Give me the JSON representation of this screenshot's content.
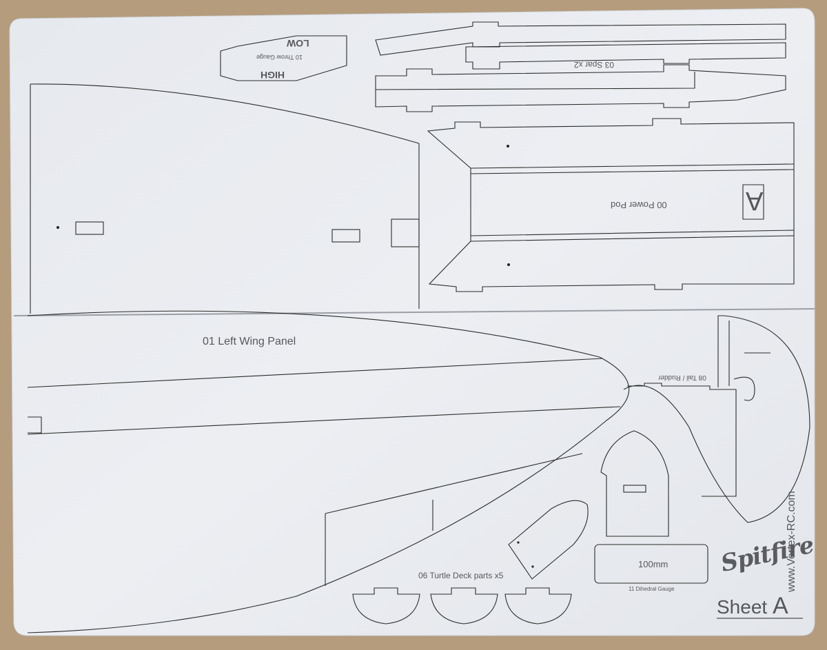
{
  "photo": {
    "description_colors": {
      "background": "#b49c7d",
      "sheet": "#e9ecf0",
      "cut_line": "#2b2b2b",
      "engrave": "#55575c"
    }
  },
  "labels": {
    "throw_gauge_small": "10 Throw Gauge",
    "throw_high": "HIGH",
    "throw_low": "LOW",
    "spar": "03 Spar x2",
    "power_pod": "00 Power Pod",
    "pod_mark": "A",
    "left_wing": "01 Left Wing Panel",
    "tail_rudder": "08 Tail / Rudder",
    "turtle_deck": "06 Turtle Deck parts  x5",
    "dihedral_value": "100mm",
    "dihedral_gauge": "11 Dihedral Gauge",
    "brand": "Spitfire",
    "website": "www.Vortex-RC.com",
    "sheet_prefix": "Sheet",
    "sheet_letter": "A"
  }
}
